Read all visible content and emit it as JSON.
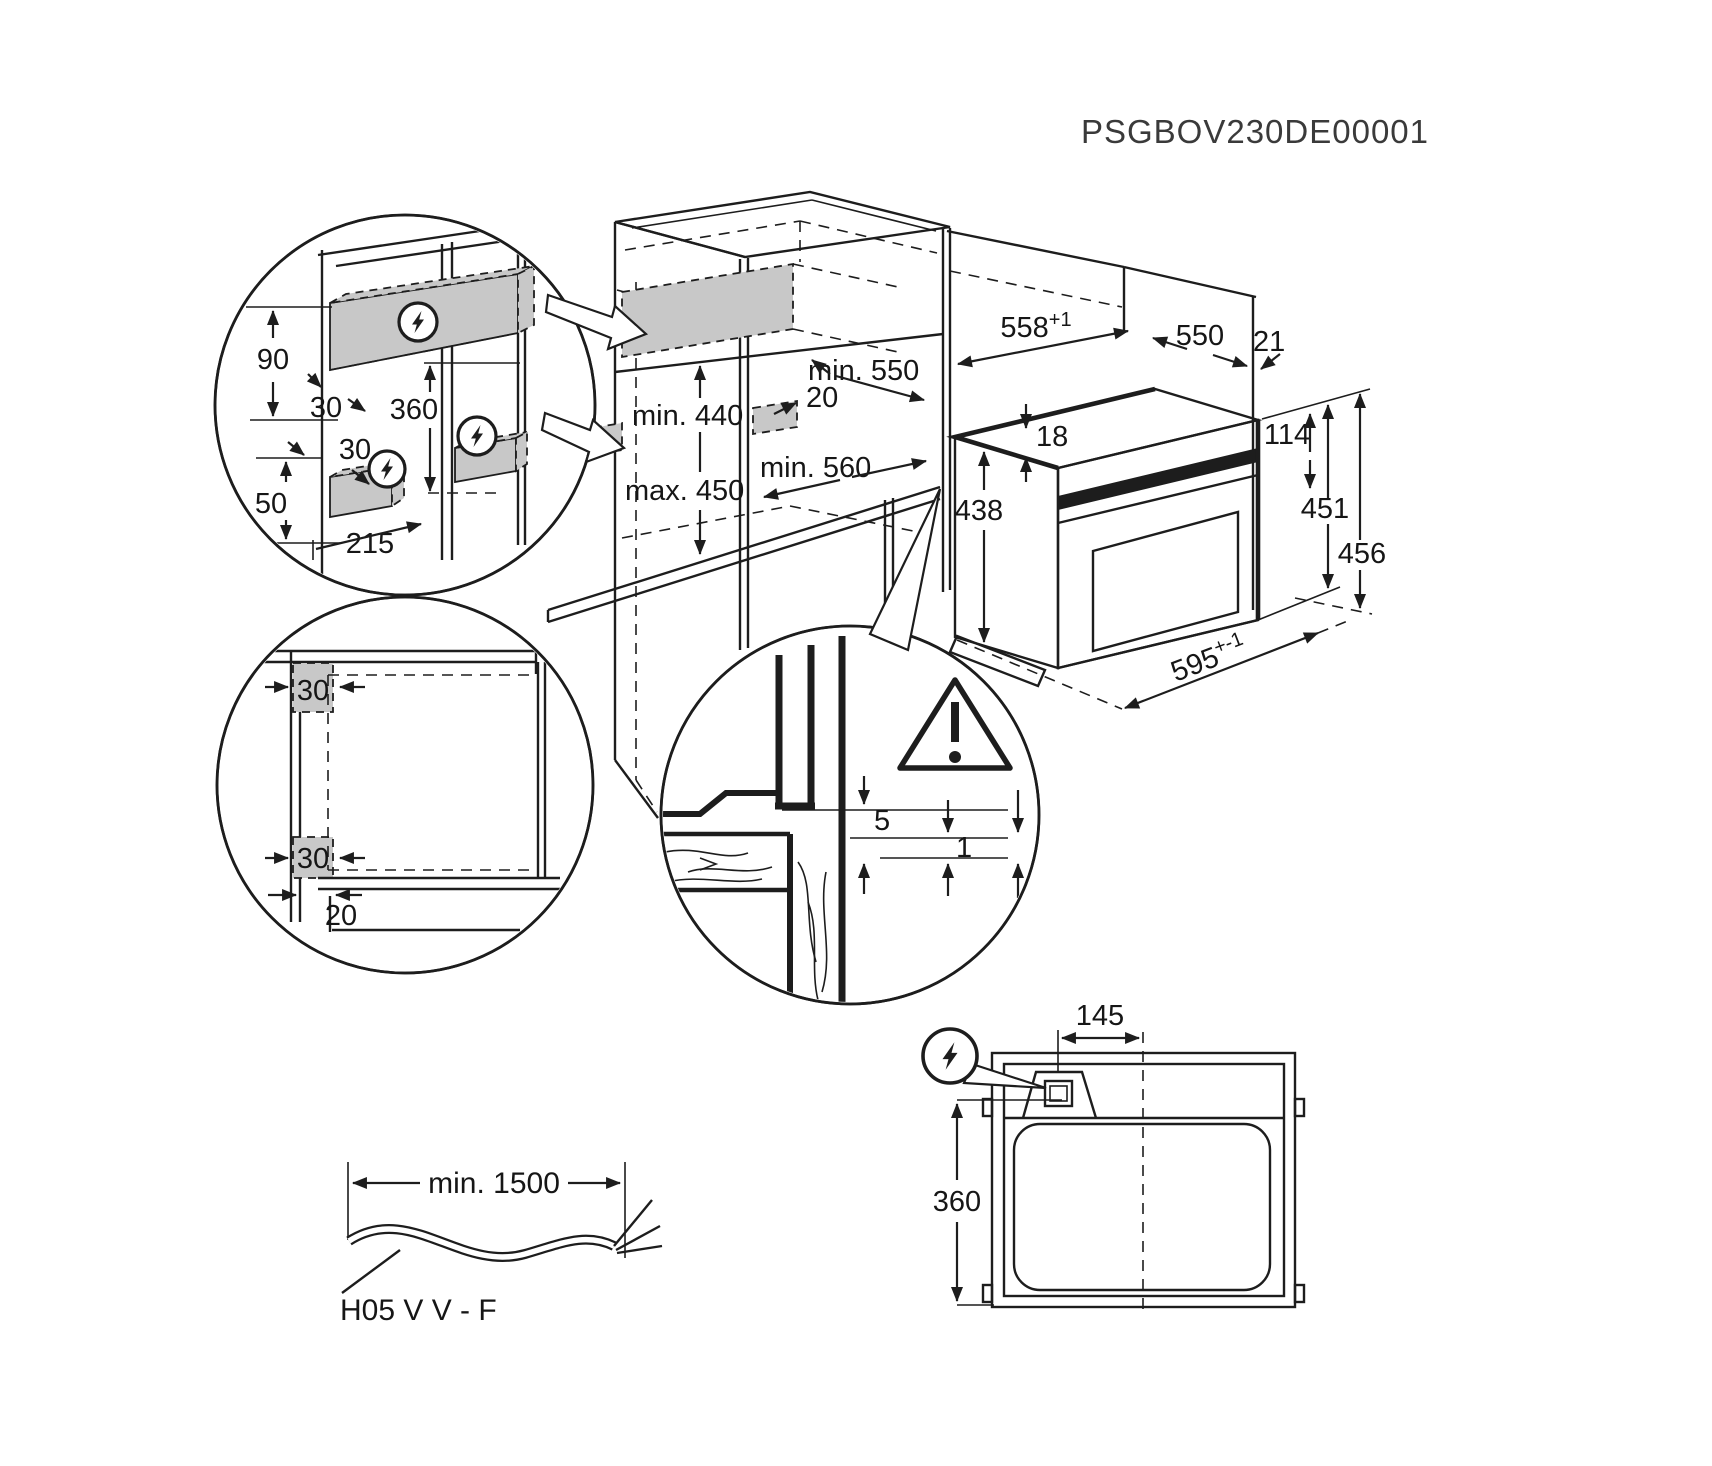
{
  "code": "PSGBOV230DE00001",
  "colors": {
    "line": "#1d1d1d",
    "zone": "#c8c8c8",
    "text": "#161616",
    "code_text": "#3a3a3a",
    "bg": "#ffffff"
  },
  "side_detail": {
    "d90": "90",
    "d30_upper": "30",
    "d360": "360",
    "d30_lower": "30",
    "d50": "50",
    "d215": "215"
  },
  "niche": {
    "min440": "min. 440",
    "max450": "max. 450",
    "min550": "min. 550",
    "gap20": "20",
    "min560": "min. 560"
  },
  "oven": {
    "w558": "558",
    "w558_sup": "+1",
    "d550": "550",
    "g21": "21",
    "t18": "18",
    "h438": "438",
    "p114": "114",
    "h451": "451",
    "h456": "456",
    "w595": "595",
    "w595_sup": "+-1"
  },
  "panel_detail": {
    "top30": "30",
    "bottom30": "30",
    "bottom20": "20"
  },
  "gap_detail": {
    "g5": "5",
    "g1": "1"
  },
  "cable": {
    "length": "min. 1500",
    "type": "H05 V V - F"
  },
  "top_view": {
    "d145": "145",
    "d360": "360"
  },
  "icons": {
    "lightning": "electrical-connection",
    "warning": "caution"
  }
}
